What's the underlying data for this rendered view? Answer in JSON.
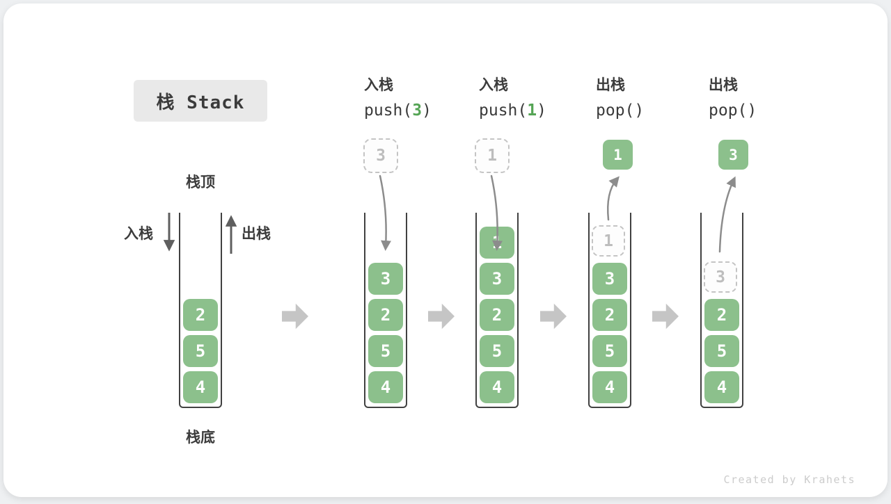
{
  "header": {
    "title": "栈 Stack"
  },
  "labels": {
    "stack_top": "栈顶",
    "stack_bottom": "栈底",
    "push": "入栈",
    "pop": "出栈"
  },
  "watermark": "Created by Krahets",
  "colors": {
    "cell_green": "#8cc08c",
    "arg_green": "#55a455",
    "wall_dark": "#414141",
    "curved_arrow_gray": "#8c8c8c",
    "straight_arrow_dark": "#5f5f5f",
    "block_arrow_gray": "#c5c5c5",
    "title_box_bg": "#e9e9e9"
  },
  "stages": [
    {
      "name": "initial",
      "cells": [
        "2",
        "5",
        "4"
      ]
    },
    {
      "name": "push-3",
      "label_cn": "入栈",
      "op_prefix": "push(",
      "op_arg": "3",
      "op_suffix": ")",
      "incoming_value": "3",
      "cells": [
        "3",
        "2",
        "5",
        "4"
      ]
    },
    {
      "name": "push-1",
      "label_cn": "入栈",
      "op_prefix": "push(",
      "op_arg": "1",
      "op_suffix": ")",
      "incoming_value": "1",
      "cells": [
        "1",
        "3",
        "2",
        "5",
        "4"
      ]
    },
    {
      "name": "pop-1",
      "label_cn": "出栈",
      "op_prefix": "pop()",
      "op_arg": "",
      "op_suffix": "",
      "popped_value": "1",
      "ghost_value": "1",
      "cells": [
        "3",
        "2",
        "5",
        "4"
      ]
    },
    {
      "name": "pop-3",
      "label_cn": "出栈",
      "op_prefix": "pop()",
      "op_arg": "",
      "op_suffix": "",
      "popped_value": "3",
      "ghost_value": "3",
      "cells": [
        "2",
        "5",
        "4"
      ]
    }
  ]
}
